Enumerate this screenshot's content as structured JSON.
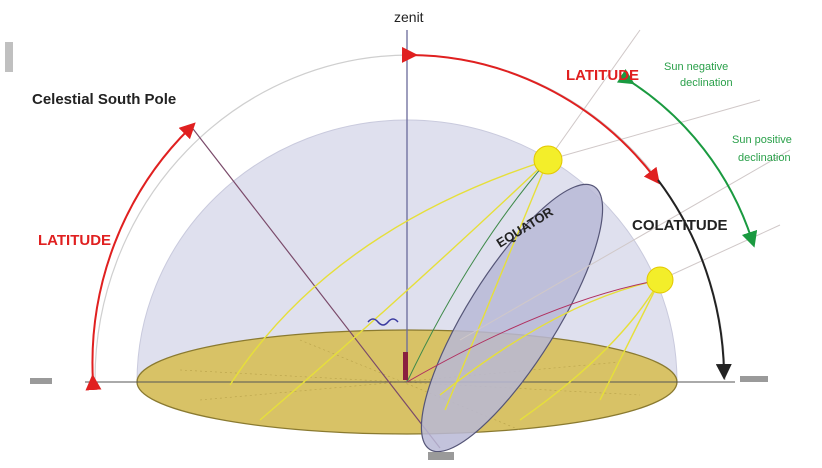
{
  "labels": {
    "zenith": "zenit",
    "celestial_south_pole": "Celestial South Pole",
    "latitude_left": "LATITUDE",
    "latitude_top": "LATITUDE",
    "colatitude": "COLATITUDE",
    "equator": "EQUATOR",
    "sun_negative_line1": "Sun negative",
    "sun_negative_line2": "declination",
    "sun_positive_line1": "Sun positive",
    "sun_positive_line2": "declination"
  },
  "colors": {
    "dome": "#dfe0ee",
    "horizon_disk": "#d8c266",
    "equator_plane": "#b8b9d6",
    "latitude_arrow": "#e02020",
    "colatitude_arrow": "#222222",
    "declination_arrow": "#1a9a40",
    "sun": "#f3ee2a",
    "sun_path": "#e6df3a",
    "axis": "#7a4a6a"
  }
}
